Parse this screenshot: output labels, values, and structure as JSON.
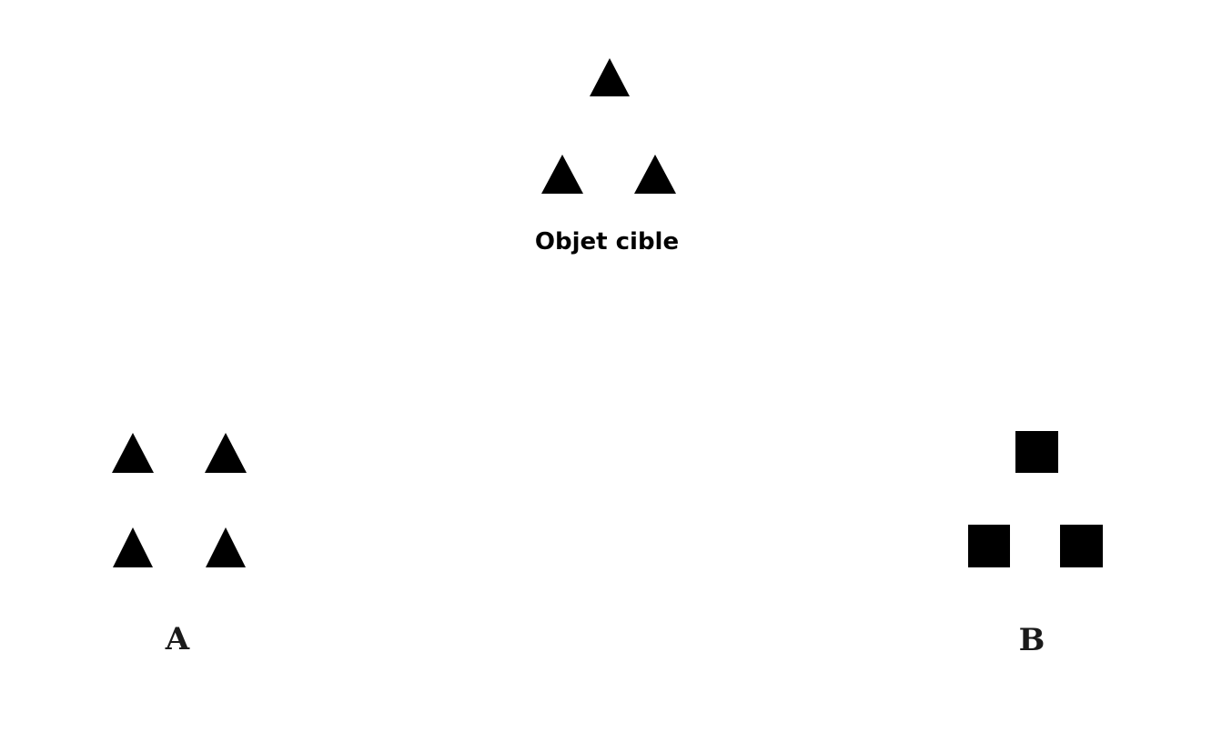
{
  "target": {
    "label": "Objet cible",
    "shape": "triangle-icon",
    "count": 3
  },
  "option_a": {
    "label": "A",
    "shape": "triangle-icon",
    "count": 4
  },
  "option_b": {
    "label": "B",
    "shape": "square-icon",
    "count": 3
  },
  "colors": {
    "shape_fill": "#000000",
    "background": "#ffffff"
  }
}
